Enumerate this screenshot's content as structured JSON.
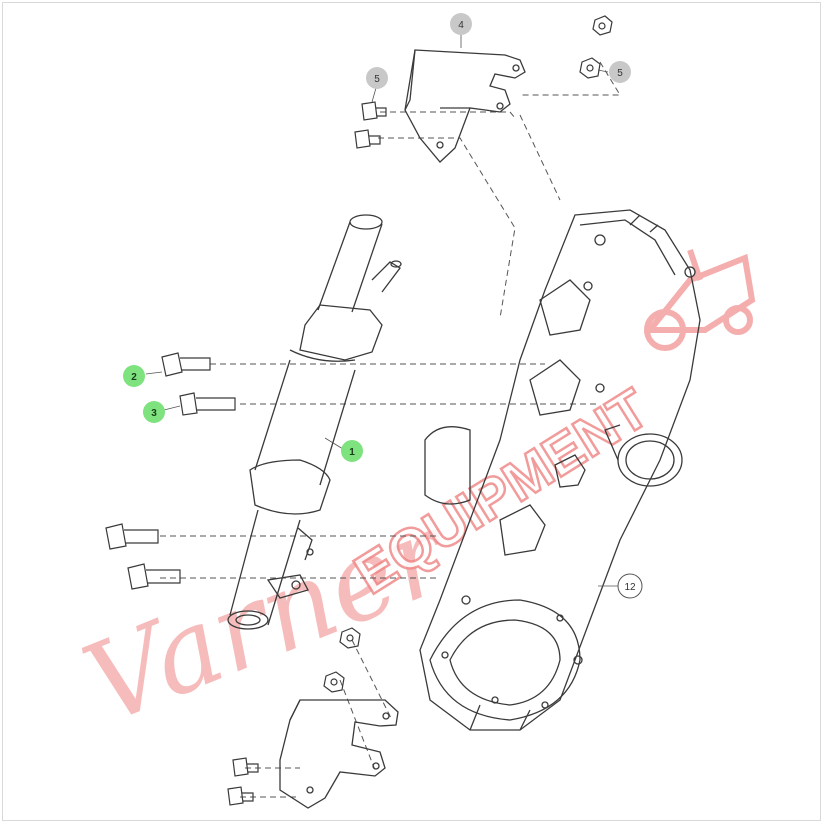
{
  "callouts": [
    {
      "id": "callout-1",
      "label": "1",
      "style": "green"
    },
    {
      "id": "callout-2",
      "label": "2",
      "style": "green"
    },
    {
      "id": "callout-3",
      "label": "3",
      "style": "green"
    },
    {
      "id": "callout-4",
      "label": "4",
      "style": "grey"
    },
    {
      "id": "callout-5a",
      "label": "5",
      "style": "grey"
    },
    {
      "id": "callout-5b",
      "label": "5",
      "style": "grey"
    },
    {
      "id": "callout-12",
      "label": "12",
      "style": "outline"
    }
  ],
  "watermark": {
    "script_text": "Varner",
    "block_text": "EQUIPMENT"
  },
  "colors": {
    "highlight_green": "#7ee27e",
    "callout_grey": "#c8c8c8",
    "line": "#3a3a3a",
    "watermark": "#f4a6a6"
  }
}
